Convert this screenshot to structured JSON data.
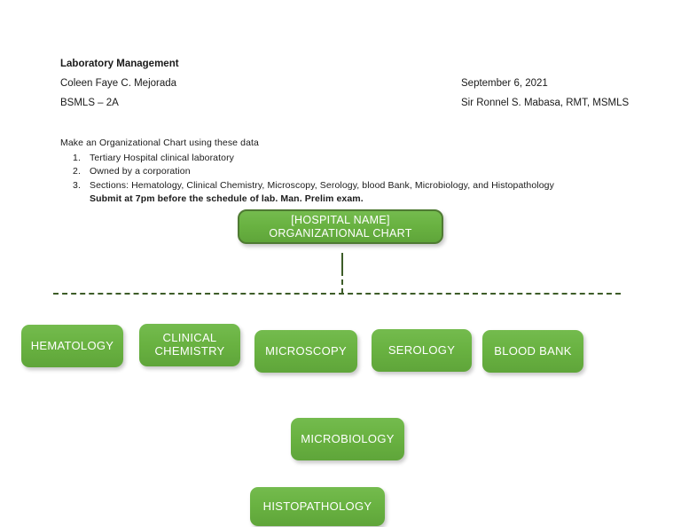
{
  "document": {
    "title": "Laboratory Management",
    "student_name": "Coleen Faye C. Mejorada",
    "section": "BSMLS – 2A",
    "date": "September 6, 2021",
    "instructor": "Sir Ronnel S. Mabasa, RMT, MSMLS"
  },
  "instructions": {
    "lead": "Make an Organizational Chart using these data",
    "items": [
      {
        "num": "1.",
        "text": "Tertiary Hospital clinical laboratory"
      },
      {
        "num": "2.",
        "text": "Owned by a corporation"
      },
      {
        "num": "3.",
        "text": "Sections: Hematology, Clinical Chemistry, Microscopy, Serology, blood Bank, Microbiology, and Histopathology"
      }
    ],
    "submit_note": "Submit at 7pm before the schedule of lab. Man. Prelim exam."
  },
  "chart": {
    "root": {
      "label": "[HOSPITAL NAME] ORGANIZATIONAL CHART"
    },
    "sections": [
      {
        "label": "HEMATOLOGY"
      },
      {
        "label": "CLINICAL CHEMISTRY"
      },
      {
        "label": "MICROSCOPY"
      },
      {
        "label": "SEROLOGY"
      },
      {
        "label": "BLOOD BANK"
      },
      {
        "label": "MICROBIOLOGY"
      },
      {
        "label": "HISTOPATHOLOGY"
      }
    ],
    "colors": {
      "node_fill": "#69b241",
      "node_fill_light": "#74bb4e",
      "node_border": "#4f7a33",
      "connector": "#3d5c28",
      "node_text": "#ffffff"
    }
  }
}
